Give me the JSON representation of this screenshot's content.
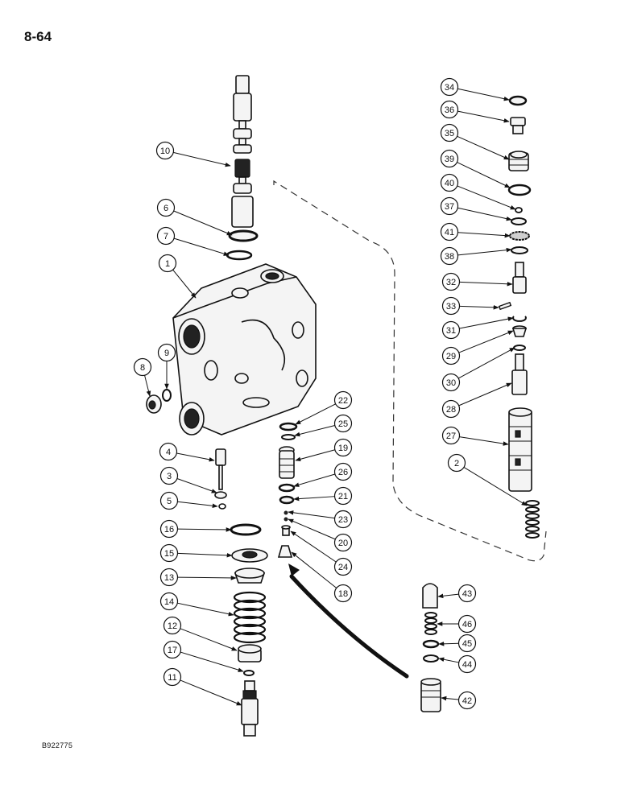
{
  "page": {
    "number": "8-64",
    "reference_code": "B922775"
  },
  "callouts": [
    "1",
    "2",
    "3",
    "4",
    "5",
    "6",
    "7",
    "8",
    "9",
    "10",
    "11",
    "12",
    "13",
    "14",
    "15",
    "16",
    "17",
    "18",
    "19",
    "20",
    "21",
    "22",
    "23",
    "24",
    "25",
    "26",
    "27",
    "28",
    "29",
    "30",
    "31",
    "32",
    "33",
    "34",
    "35",
    "36",
    "37",
    "38",
    "39",
    "40",
    "41",
    "42",
    "43",
    "44",
    "45",
    "46"
  ]
}
